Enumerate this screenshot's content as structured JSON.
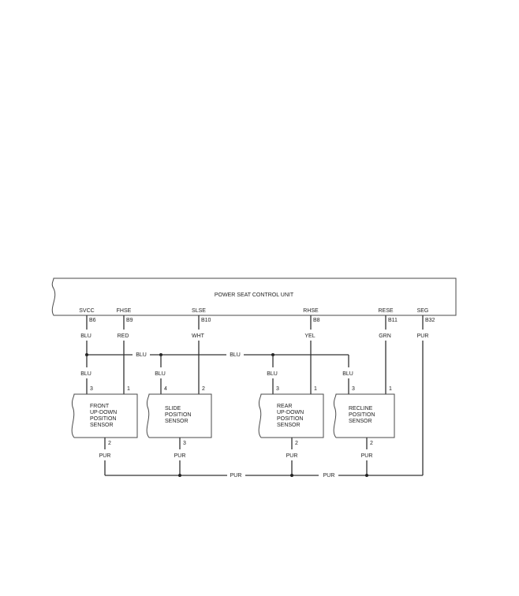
{
  "control_unit": {
    "title": "POWER SEAT CONTROL UNIT",
    "terminals": [
      {
        "signal": "SVCC",
        "pin": "B6",
        "wire": "BLU"
      },
      {
        "signal": "FHSE",
        "pin": "B9",
        "wire": "RED"
      },
      {
        "signal": "SLSE",
        "pin": "B10",
        "wire": "WHT"
      },
      {
        "signal": "RHSE",
        "pin": "B8",
        "wire": "YEL"
      },
      {
        "signal": "RESE",
        "pin": "B11",
        "wire": "GRN"
      },
      {
        "signal": "SEG",
        "pin": "B32",
        "wire": "PUR"
      }
    ]
  },
  "bus_labels": {
    "blu_1": "BLU",
    "blu_2": "BLU",
    "pur_1": "PUR",
    "pur_2": "PUR"
  },
  "sensors": [
    {
      "name_lines": [
        "FRONT",
        "UP-DOWN",
        "POSITION",
        "SENSOR"
      ],
      "pin_supply": "3",
      "pin_signal": "1",
      "pin_ground": "2",
      "supply_wire": "BLU",
      "ground_wire": "PUR"
    },
    {
      "name_lines": [
        "SLIDE",
        "POSITION",
        "SENSOR"
      ],
      "pin_supply": "4",
      "pin_signal": "2",
      "pin_ground": "3",
      "supply_wire": "BLU",
      "ground_wire": "PUR"
    },
    {
      "name_lines": [
        "REAR",
        "UP-DOWN",
        "POSITION",
        "SENSOR"
      ],
      "pin_supply": "3",
      "pin_signal": "1",
      "pin_ground": "2",
      "supply_wire": "BLU",
      "ground_wire": "PUR"
    },
    {
      "name_lines": [
        "RECLINE",
        "POSITION",
        "SENSOR"
      ],
      "pin_supply": "3",
      "pin_signal": "1",
      "pin_ground": "2",
      "supply_wire": "BLU",
      "ground_wire": "PUR"
    }
  ]
}
